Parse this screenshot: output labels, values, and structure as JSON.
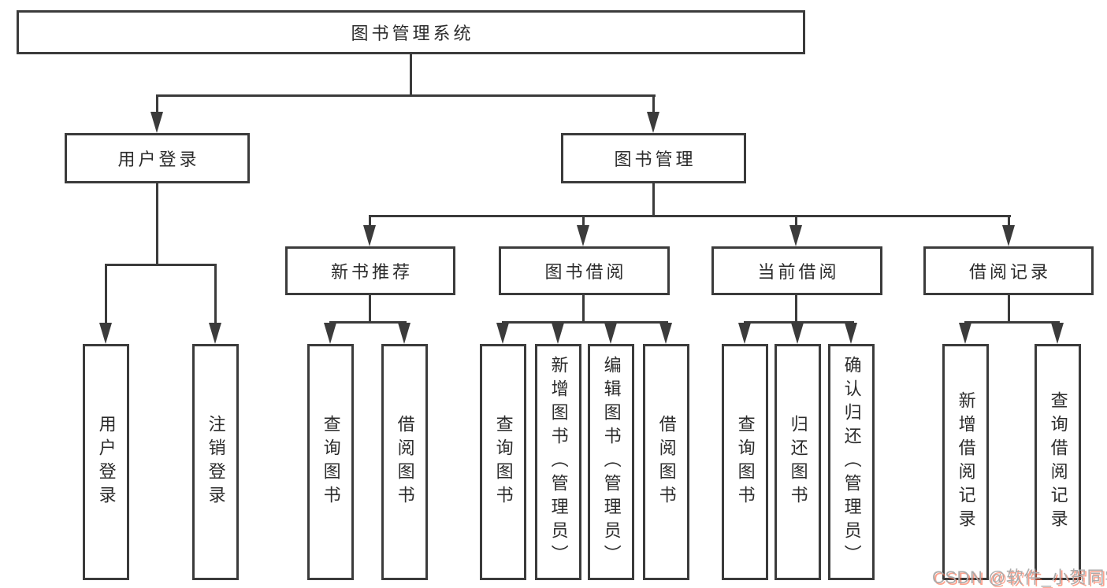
{
  "nodes": {
    "root": "图书管理系统",
    "user_login": "用户登录",
    "book_mgmt": "图书管理",
    "new_book_rec": "新书推荐",
    "book_borrow": "图书借阅",
    "current_borrow": "当前借阅",
    "borrow_records": "借阅记录",
    "leaf_user_login": "用户登录",
    "leaf_logout": "注销登录",
    "leaf_nb_query": "查询图书",
    "leaf_nb_borrow": "借阅图书",
    "leaf_bb_query": "查询图书",
    "leaf_bb_add": "新增图书（管理员）",
    "leaf_bb_edit": "编辑图书（管理员）",
    "leaf_bb_borrow": "借阅图书",
    "leaf_cb_query": "查询图书",
    "leaf_cb_return": "归还图书",
    "leaf_cb_confirm": "确认归还（管理员）",
    "leaf_br_add": "新增借阅记录",
    "leaf_br_query": "查询借阅记录"
  },
  "tree": {
    "root": [
      "user_login",
      "book_mgmt"
    ],
    "user_login": [
      "leaf_user_login",
      "leaf_logout"
    ],
    "book_mgmt": [
      "new_book_rec",
      "book_borrow",
      "current_borrow",
      "borrow_records"
    ],
    "new_book_rec": [
      "leaf_nb_query",
      "leaf_nb_borrow"
    ],
    "book_borrow": [
      "leaf_bb_query",
      "leaf_bb_add",
      "leaf_bb_edit",
      "leaf_bb_borrow"
    ],
    "current_borrow": [
      "leaf_cb_query",
      "leaf_cb_return",
      "leaf_cb_confirm"
    ],
    "borrow_records": [
      "leaf_br_add",
      "leaf_br_query"
    ]
  },
  "watermark": {
    "text": "CSDN @软件_小贺同学",
    "text_color": "#ababab",
    "accent_color": "#fc5531"
  },
  "colors": {
    "background": "#ffffff",
    "line": "#3b3b3b",
    "text": "#2c2c2c"
  }
}
